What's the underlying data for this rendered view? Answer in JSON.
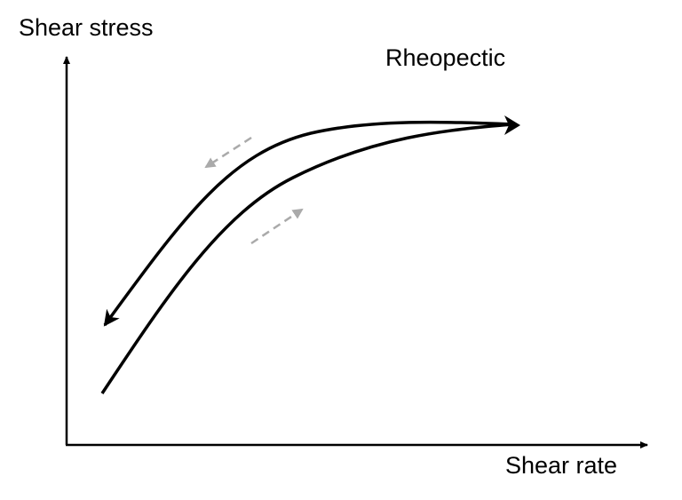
{
  "diagram": {
    "title": "Rheopectic",
    "y_axis_label": "Shear stress",
    "x_axis_label": "Shear rate",
    "curves": [
      {
        "name": "up-curve",
        "description": "increasing shear rate (lower branch)",
        "color": "#000000"
      },
      {
        "name": "down-curve",
        "description": "decreasing shear rate (upper branch, arrowhead at low shear)",
        "color": "#000000"
      }
    ],
    "direction_indicators": [
      {
        "name": "backward-direction-arrow",
        "direction": "down-left",
        "style": "dashed",
        "color": "#aaaaaa"
      },
      {
        "name": "forward-direction-arrow",
        "direction": "up-right",
        "style": "dashed",
        "color": "#aaaaaa"
      }
    ],
    "colors": {
      "ink": "#000000",
      "indicator": "#aaaaaa",
      "background": "#ffffff"
    }
  }
}
